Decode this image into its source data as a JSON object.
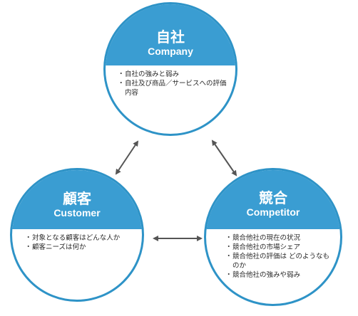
{
  "nodes": {
    "company": {
      "title": "自社",
      "subtitle": "Company",
      "items": [
        "自社の強みと弱み",
        "自社及び商品／サービスへの評価内容"
      ]
    },
    "customer": {
      "title": "顧客",
      "subtitle": "Customer",
      "items": [
        "対象となる顧客はどんな人か",
        "顧客ニーズは何か"
      ]
    },
    "competitor": {
      "title": "競合",
      "subtitle": "Competitor",
      "items": [
        "競合他社の現在の状況",
        "競合他社の市場シェア",
        "競合他社の評価は どのようなものか",
        "競合他社の強みや弱み"
      ]
    }
  },
  "colors": {
    "header_fill": "#3a9dd2",
    "circle_border": "#2e93c7",
    "arrow": "#555555",
    "text": "#2a2a2a"
  }
}
